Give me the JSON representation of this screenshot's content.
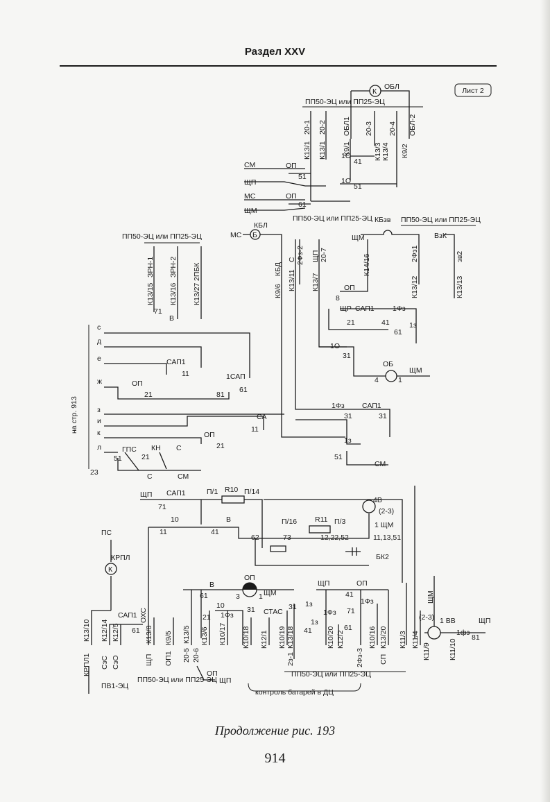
{
  "page": {
    "section_title": "Раздел XXV",
    "caption": "Продолжение рис. 193",
    "page_number": "914"
  },
  "diagram": {
    "sheet_label": "Лист 2",
    "relay_groups": {
      "top": "ПП50-ЭЦ или ПП25-ЭЦ",
      "mid": "ПП50-ЭЦ или ПП25-ЭЦ",
      "mid_right": "ПП50-ЭЦ или ПП25-ЭЦ",
      "left": "ПП50-ЭЦ или ПП25-ЭЦ",
      "bottom_left": "ПП50-ЭЦ или ПП25-ЭЦ",
      "bottom_mid": "ПП50-ЭЦ или ПП25-ЭЦ",
      "pv1": "ПВ1-ЭЦ"
    },
    "battery_label": "контроль батарей в ДЦ",
    "page_ref": "на стр. 913",
    "lamps": [
      "ОБЛ",
      "КБЛ",
      "КБзв",
      "КРПЛ"
    ],
    "left_bus_letters": [
      "с",
      "д",
      "е",
      "ж",
      "з",
      "и",
      "к",
      "л"
    ],
    "top_terminals": [
      "К13/1",
      "20-1",
      "К13/1",
      "20-2",
      "К9/1",
      "ОБЛ1",
      "20-3",
      "К13/3",
      "К13/4",
      "20-4",
      "К9/2",
      "ОБЛ-2"
    ],
    "resistors": [
      "R10",
      "R11"
    ],
    "bk": "БК2",
    "bottom_terminals": [
      "КРПЛ1",
      "К13/10",
      "СзС",
      "К12/14",
      "СзО",
      "К12/5",
      "ОХС",
      "ЩП",
      "К13/8",
      "ОП1",
      "К9/5",
      "К13/5",
      "20-5",
      "20-6",
      "К13/6",
      "К10/17",
      "К10/18",
      "К12/1",
      "К10/19",
      "К13/18",
      "2з-1",
      "К10/20",
      "К12/2",
      "2Фз-3",
      "К10/16",
      "К13/20",
      "СП",
      "К11/3",
      "К11/4",
      "ЩМ",
      "К11/9",
      "К11/10",
      "ЩП"
    ]
  }
}
